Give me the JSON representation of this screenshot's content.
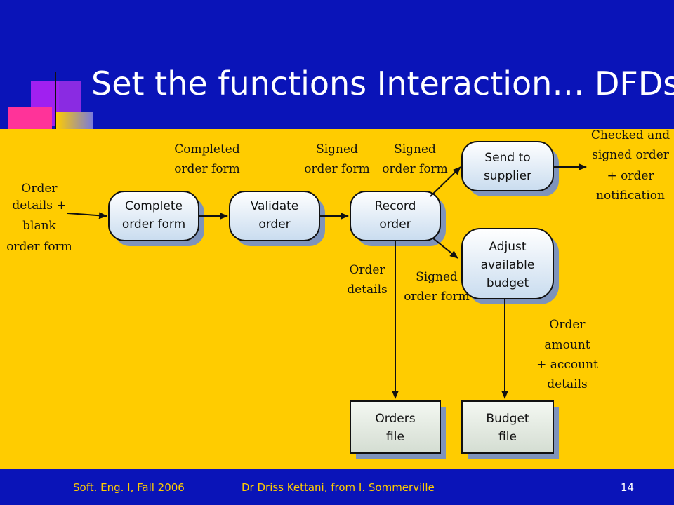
{
  "title": "Set the functions Interaction… DFDs",
  "footer": {
    "left": "Soft. Eng. I, Fall 2006",
    "center": "Dr Driss Kettani, from I. Sommerville",
    "page": "14"
  },
  "diagram": {
    "processes": {
      "complete": [
        "Complete",
        "order form"
      ],
      "validate": [
        "Validate",
        "order"
      ],
      "record": [
        "Record",
        "order"
      ],
      "send": [
        "Send to",
        "supplier"
      ],
      "adjust": [
        "Adjust",
        "available",
        "budget"
      ]
    },
    "stores": {
      "orders": [
        "Orders",
        "file"
      ],
      "budget": [
        "Budget",
        "file"
      ]
    },
    "flows": {
      "input": [
        "Order",
        "details +",
        "blank",
        "order form"
      ],
      "completed": [
        "Completed",
        "order form"
      ],
      "signed1": [
        "Signed",
        "order form"
      ],
      "signed2": [
        "Signed",
        "order form"
      ],
      "output": [
        "Checked and",
        "signed order",
        "+ order",
        "notification"
      ],
      "order_details": [
        "Order",
        "details"
      ],
      "signed3": [
        "Signed",
        "order form"
      ],
      "amount": [
        "Order",
        "amount",
        "+ account",
        "details"
      ]
    }
  }
}
